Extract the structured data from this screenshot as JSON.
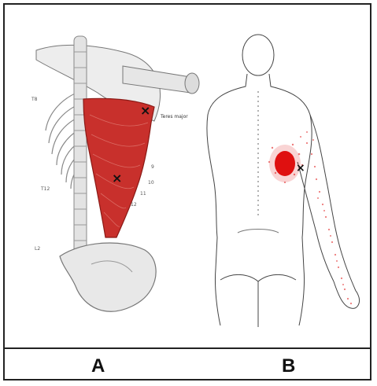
{
  "figure": {
    "panel_a_label": "A",
    "panel_b_label": "B",
    "annotation_teres_major": "Teres major",
    "vertebra_labels": [
      "T8",
      "T12",
      "L2"
    ],
    "rib_labels": [
      "9",
      "10",
      "11",
      "12"
    ],
    "trigger_point_symbol": "×"
  },
  "colors": {
    "muscle_red": "#c8302c",
    "referred_pain_red": "#e01010",
    "outline": "#555555",
    "bone": "#e9e9e9"
  },
  "icons": {
    "trigger_marker": "x-cross-icon"
  }
}
